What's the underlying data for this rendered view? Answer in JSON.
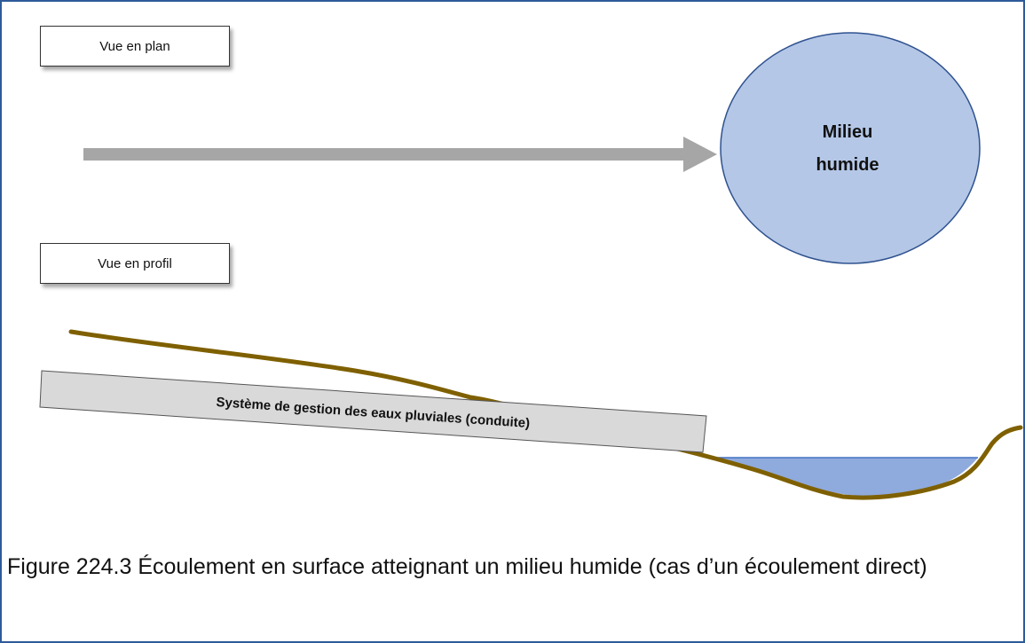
{
  "labels": {
    "plan_view": "Vue en plan",
    "profile_view": "Vue en profil"
  },
  "wetland": {
    "line1": "Milieu",
    "line2": "humide"
  },
  "pipe": {
    "label": "Système de gestion des eaux pluviales (conduite)"
  },
  "caption": "Figure 224.3 Écoulement en surface atteignant un milieu humide (cas d’un écoulement direct)",
  "colors": {
    "frame_border": "#2e5a9a",
    "arrow": "#a6a6a6",
    "wetland_fill": "#b4c7e7",
    "wetland_stroke": "#2f528f",
    "ground_line": "#7f6000",
    "pipe_fill": "#d9d9d9",
    "water_fill": "#8faadc"
  }
}
